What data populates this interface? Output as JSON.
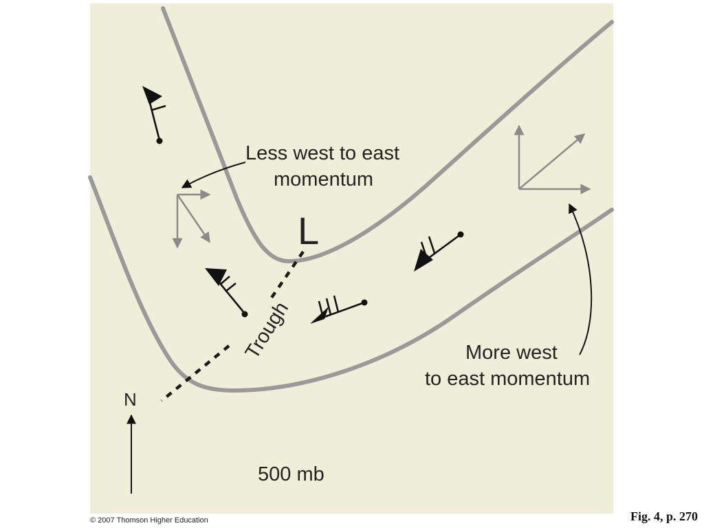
{
  "labels": {
    "less_momentum_line1": "Less west to east",
    "less_momentum_line2": "momentum",
    "low_symbol": "L",
    "trough": "Trough",
    "more_momentum_line1": "More west",
    "more_momentum_line2": "to east momentum",
    "north": "N",
    "pressure_level": "500 mb"
  },
  "caption": "© 2007 Thomson Higher Education",
  "figure_ref": "Fig. 4, p. 270",
  "colors": {
    "background": "#efeed8",
    "contour": "#999999",
    "vector_arrows": "#8a8a8a",
    "wind_barbs": "#111111"
  },
  "icons": [
    "wind-barb",
    "vector-arrow",
    "north-arrow",
    "pointer-arrow"
  ]
}
